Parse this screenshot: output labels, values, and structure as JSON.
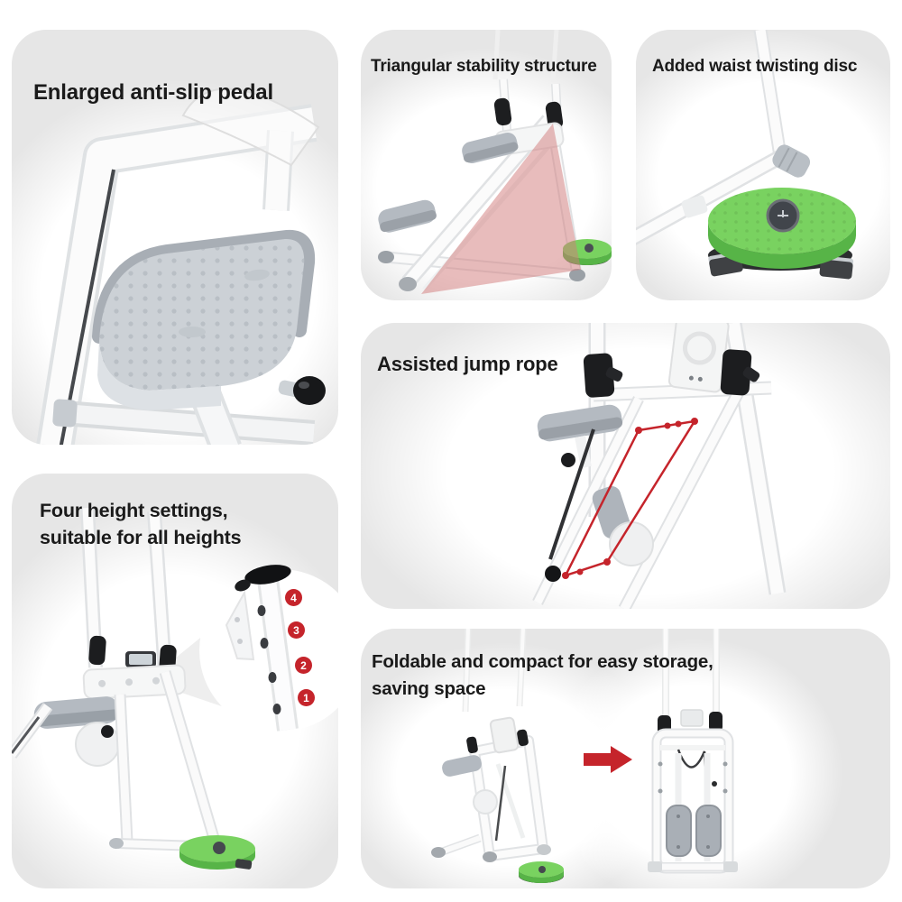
{
  "page": {
    "background": "#ffffff"
  },
  "colors": {
    "panel_bg": "#e6e6e6",
    "title_color": "#1a1a1a",
    "accent_red": "#c5242b",
    "disc_green": "#79d260",
    "disc_green_dark": "#57b447",
    "highlight_pink": "rgba(209,122,122,0.5)"
  },
  "icons": {
    "fold_arrow": "right-arrow-icon"
  },
  "panels": {
    "pedal": {
      "title": "Enlarged anti-slip pedal"
    },
    "stability": {
      "title": "Triangular stability structure"
    },
    "twist_disc": {
      "title": "Added waist twisting disc"
    },
    "jump_rope": {
      "title": "Assisted jump rope"
    },
    "heights": {
      "title_line1": "Four height settings,",
      "title_line2": "suitable for all heights",
      "badges": [
        "4",
        "3",
        "2",
        "1"
      ]
    },
    "folding": {
      "title_line1": "Foldable and compact for easy storage,",
      "title_line2": "saving space"
    }
  }
}
